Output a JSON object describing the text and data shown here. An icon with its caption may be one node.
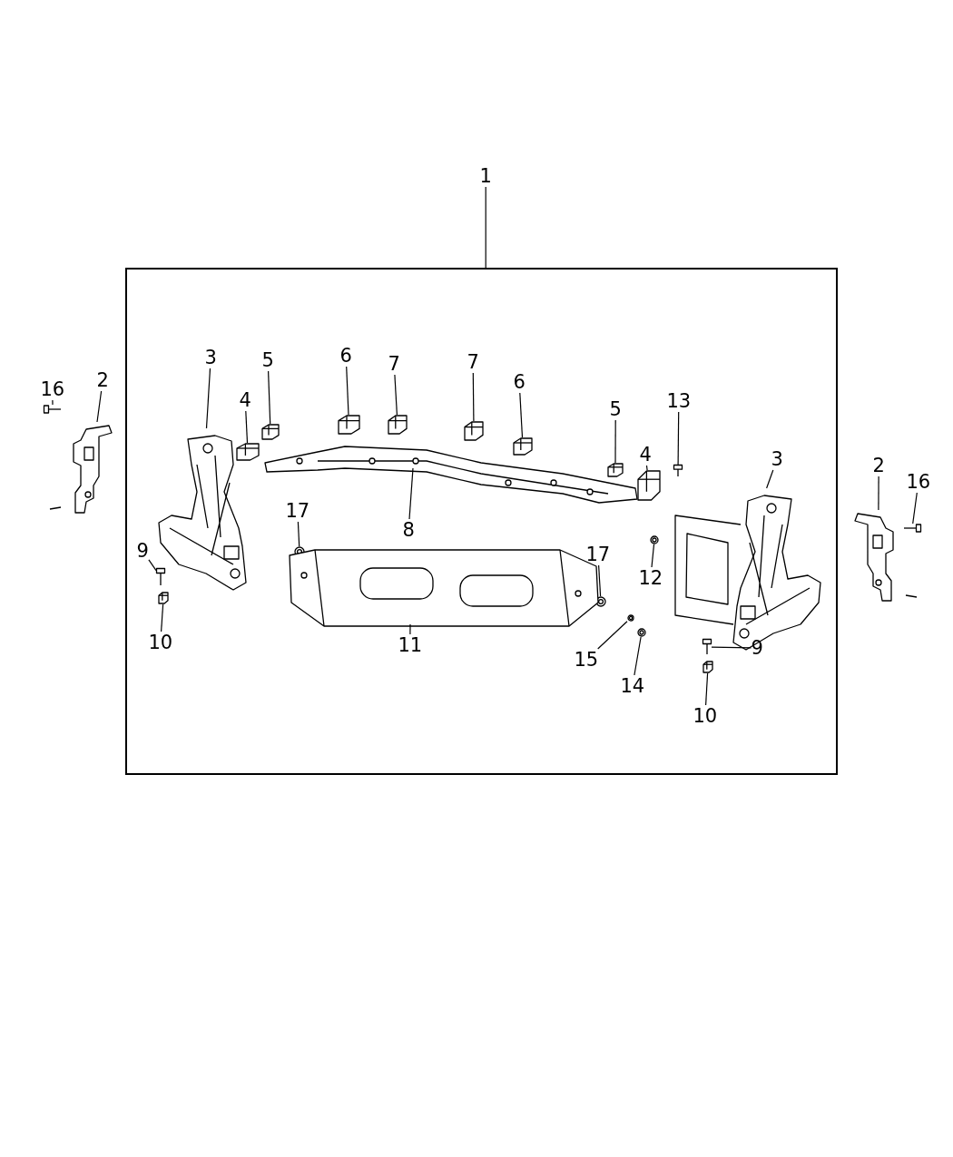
{
  "diagram": {
    "nodes": [
      {
        "text": [
          "1"
        ]
      },
      {
        "text": [],
        "shape": "box"
      },
      {
        "text": [
          "16"
        ]
      },
      {
        "text": [],
        "shape": "picture"
      },
      {
        "text": [
          "2"
        ]
      },
      {
        "text": [],
        "shape": "picture"
      },
      {
        "text": [
          "3"
        ],
        "in": 1
      },
      {
        "text": [],
        "shape": "picture",
        "in": 1
      },
      {
        "text": [
          "4"
        ],
        "in": 1
      },
      {
        "text": [],
        "shape": "picture",
        "in": 1
      },
      {
        "text": [
          "5"
        ],
        "in": 1
      },
      {
        "text": [],
        "shape": "picture",
        "in": 1
      },
      {
        "text": [
          "6"
        ],
        "in": 1
      },
      {
        "text": [],
        "shape": "picture",
        "in": 1
      },
      {
        "text": [
          "7"
        ],
        "in": 1
      },
      {
        "text": [],
        "shape": "picture",
        "in": 1
      },
      {
        "text": [
          "7"
        ],
        "in": 1
      },
      {
        "text": [],
        "shape": "picture",
        "in": 1
      },
      {
        "text": [
          "6"
        ],
        "in": 1
      },
      {
        "text": [],
        "shape": "picture",
        "in": 1
      },
      {
        "text": [
          "13"
        ],
        "in": 1
      },
      {
        "text": [],
        "shape": "picture",
        "in": 1
      },
      {
        "text": [
          "5"
        ],
        "in": 1
      },
      {
        "text": [],
        "shape": "picture",
        "in": 1
      },
      {
        "text": [
          "4"
        ],
        "in": 1
      },
      {
        "text": [],
        "shape": "picture",
        "in": 1
      },
      {
        "text": [
          "3"
        ],
        "in": 1
      },
      {
        "text": [],
        "shape": "picture",
        "in": 1
      },
      {
        "text": [
          "2"
        ]
      },
      {
        "text": [],
        "shape": "picture"
      },
      {
        "text": [
          "16"
        ]
      },
      {
        "text": [],
        "shape": "picture"
      },
      {
        "text": [
          "17"
        ],
        "in": 1
      },
      {
        "text": [],
        "shape": "picture",
        "in": 1
      },
      {
        "text": [
          "8"
        ],
        "in": 1
      },
      {
        "text": [],
        "shape": "picture",
        "in": 1
      },
      {
        "text": [
          "9"
        ],
        "in": 1
      },
      {
        "text": [],
        "shape": "picture",
        "in": 1
      },
      {
        "text": [
          "17"
        ],
        "in": 1
      },
      {
        "text": [],
        "shape": "picture",
        "in": 1
      },
      {
        "text": [
          "12"
        ],
        "in": 1
      },
      {
        "text": [],
        "shape": "picture",
        "in": 1
      },
      {
        "text": [
          "10"
        ],
        "in": 1
      },
      {
        "text": [],
        "shape": "picture",
        "in": 1
      },
      {
        "text": [
          "11"
        ],
        "in": 1
      },
      {
        "text": [],
        "shape": "picture",
        "in": 1
      },
      {
        "text": [
          "15"
        ],
        "in": 1
      },
      {
        "text": [],
        "shape": "picture",
        "in": 1
      },
      {
        "text": [
          "9"
        ],
        "in": 1
      },
      {
        "text": [],
        "shape": "picture",
        "in": 1
      },
      {
        "text": [
          "14"
        ],
        "in": 1
      },
      {
        "text": [],
        "shape": "picture",
        "in": 1
      },
      {
        "text": [
          "10"
        ],
        "in": 1
      },
      {
        "text": [],
        "shape": "picture",
        "in": 1
      }
    ],
    "edges": [
      {
        "from": 0,
        "to": 1,
        "arrow": "none"
      },
      {
        "from": 2,
        "to": 3,
        "arrow": "none"
      },
      {
        "from": 4,
        "to": 5,
        "arrow": "none"
      },
      {
        "from": 6,
        "to": 7,
        "arrow": "none"
      },
      {
        "from": 8,
        "to": 9,
        "arrow": "none"
      },
      {
        "from": 10,
        "to": 11,
        "arrow": "none"
      },
      {
        "from": 12,
        "to": 13,
        "arrow": "none"
      },
      {
        "from": 14,
        "to": 15,
        "arrow": "none"
      },
      {
        "from": 16,
        "to": 17,
        "arrow": "none"
      },
      {
        "from": 18,
        "to": 19,
        "arrow": "none"
      },
      {
        "from": 20,
        "to": 21,
        "arrow": "none"
      },
      {
        "from": 22,
        "to": 23,
        "arrow": "none"
      },
      {
        "from": 24,
        "to": 25,
        "arrow": "none"
      },
      {
        "from": 26,
        "to": 27,
        "arrow": "none"
      },
      {
        "from": 28,
        "to": 29,
        "arrow": "none"
      },
      {
        "from": 30,
        "to": 31,
        "arrow": "none"
      },
      {
        "from": 32,
        "to": 33,
        "arrow": "none"
      },
      {
        "from": 34,
        "to": 35,
        "arrow": "none"
      },
      {
        "from": 36,
        "to": 37,
        "arrow": "none"
      },
      {
        "from": 38,
        "to": 39,
        "arrow": "none"
      },
      {
        "from": 40,
        "to": 41,
        "arrow": "none"
      },
      {
        "from": 42,
        "to": 43,
        "arrow": "none"
      },
      {
        "from": 44,
        "to": 45,
        "arrow": "none"
      },
      {
        "from": 46,
        "to": 47,
        "arrow": "none"
      },
      {
        "from": 48,
        "to": 49,
        "arrow": "none"
      },
      {
        "from": 50,
        "to": 51,
        "arrow": "none"
      },
      {
        "from": 52,
        "to": 53,
        "arrow": "none"
      }
    ]
  }
}
